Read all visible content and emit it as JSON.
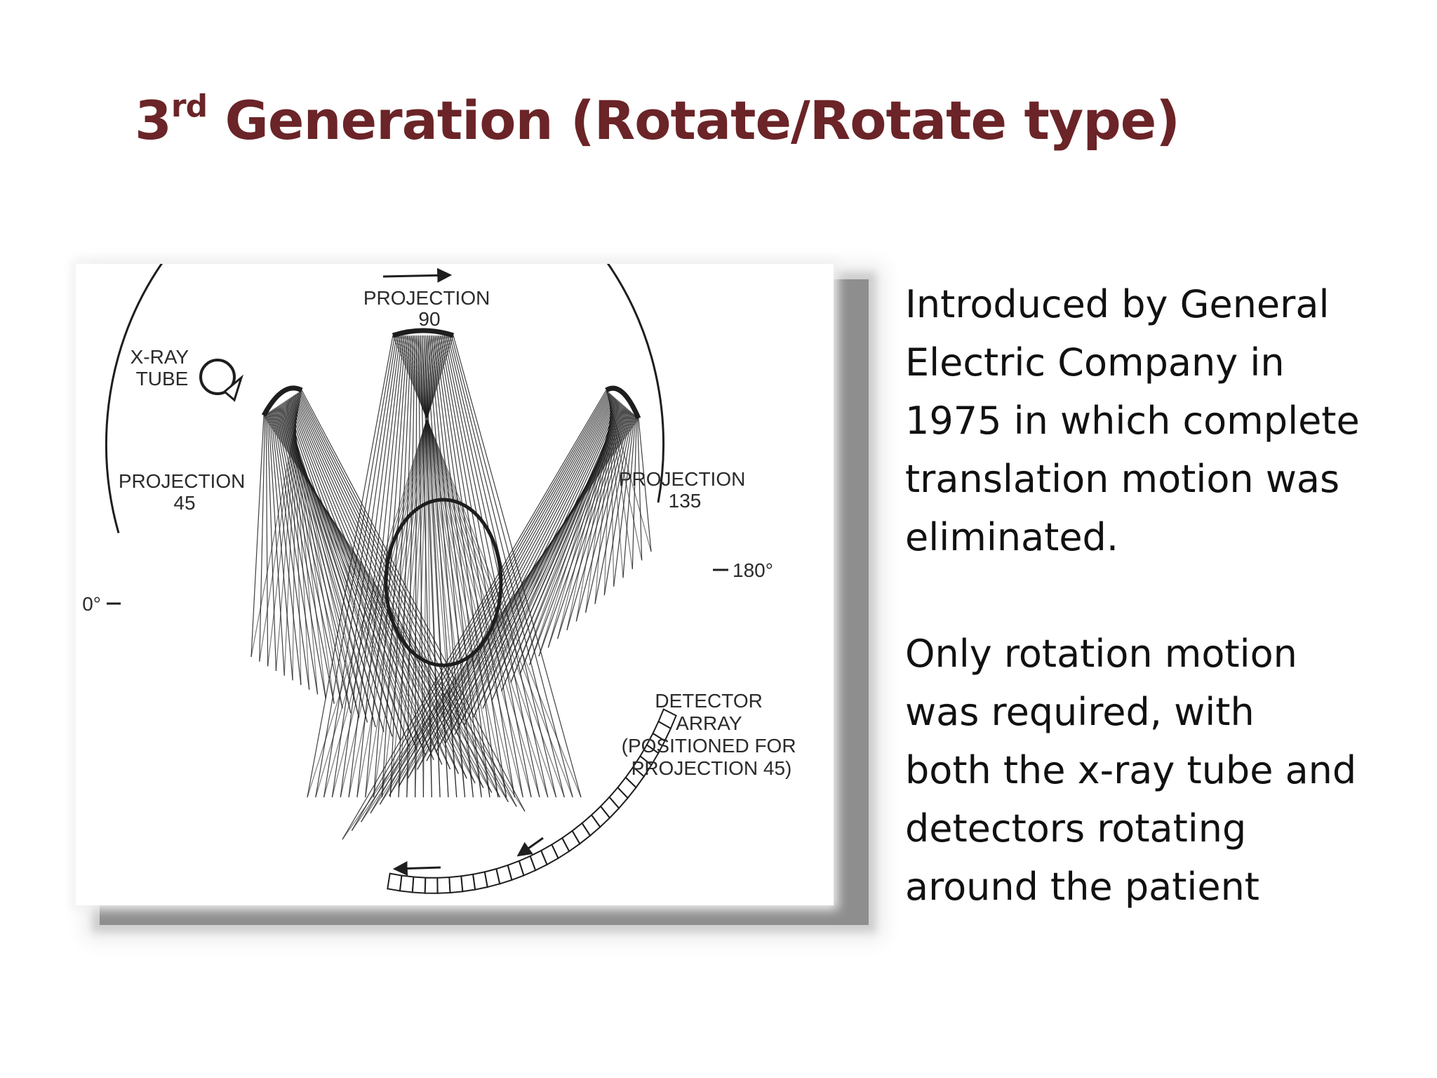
{
  "slide": {
    "title": {
      "prefix": "3",
      "superscript": "rd",
      "rest": " Generation (Rotate/Rotate type)"
    },
    "paragraphs": [
      [
        "Introduced by General",
        "Electric Company in",
        "1975 in which complete",
        "translation motion was",
        "eliminated."
      ],
      [
        "Only rotation motion",
        "was required, with",
        "both the x-ray tube and",
        "detectors rotating",
        "around the patient"
      ]
    ]
  },
  "diagram": {
    "labels": {
      "projection_90": [
        "PROJECTION",
        "90"
      ],
      "xray_tube": [
        "X-RAY",
        "TUBE"
      ],
      "projection_45": [
        "PROJECTION",
        "45"
      ],
      "projection_135": [
        "PROJECTION",
        "135"
      ],
      "angle_0": "0°",
      "angle_180": "180°",
      "detector_array": [
        "DETECTOR",
        "ARRAY",
        "(POSITIONED FOR",
        "PROJECTION 45)"
      ]
    },
    "projection_angles": [
      45,
      90,
      135
    ],
    "detector_cell_count": 28,
    "colors": {
      "title": "#6b2427",
      "line_art": "#1e1e1e"
    }
  }
}
